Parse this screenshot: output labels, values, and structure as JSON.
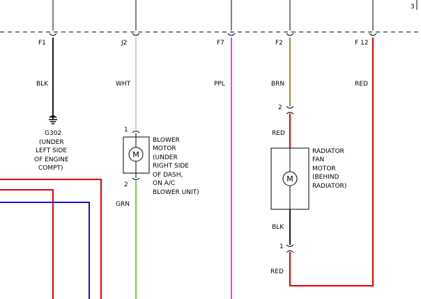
{
  "page_number": "3",
  "colors": {
    "black": "#1a1a1a",
    "white_wire": "#cccccc",
    "purple_wire": "#ff33ff",
    "brown_wire": "#a58a2a",
    "red_wire": "#e00000",
    "green_wire": "#66dd33",
    "blue_wire": "#1010dd"
  },
  "connectors": [
    {
      "pin": "F1",
      "wire_color": "BLK"
    },
    {
      "pin": "J2",
      "wire_color": "WHT"
    },
    {
      "pin": "F7",
      "wire_color": "PPL"
    },
    {
      "pin": "F2",
      "wire_color": "BRN"
    },
    {
      "pin": "F 12",
      "wire_color": "RED"
    }
  ],
  "ground": {
    "id": "G302",
    "location_lines": [
      "(UNDER",
      "LEFT SIDE",
      "OF ENGINE",
      "COMPT)"
    ]
  },
  "blower_motor": {
    "symbol": "M",
    "pin_top": "1",
    "pin_bottom": "2",
    "label_lines": [
      "BLOWER",
      "MOTOR",
      "(UNDER",
      "RIGHT SIDE",
      "OF DASH,",
      "ON A/C",
      "BLOWER UNIT)"
    ],
    "output_wire": "GRN"
  },
  "radiator_fan_motor": {
    "symbol": "M",
    "upper_connector_pin": "2",
    "wire_in": "RED",
    "label_lines": [
      "RADIATOR",
      "FAN",
      "MOTOR",
      "(BEHIND",
      "RADIATOR)"
    ],
    "wire_out": "BLK",
    "lower_connector_pin": "1",
    "return_wire": "RED"
  }
}
